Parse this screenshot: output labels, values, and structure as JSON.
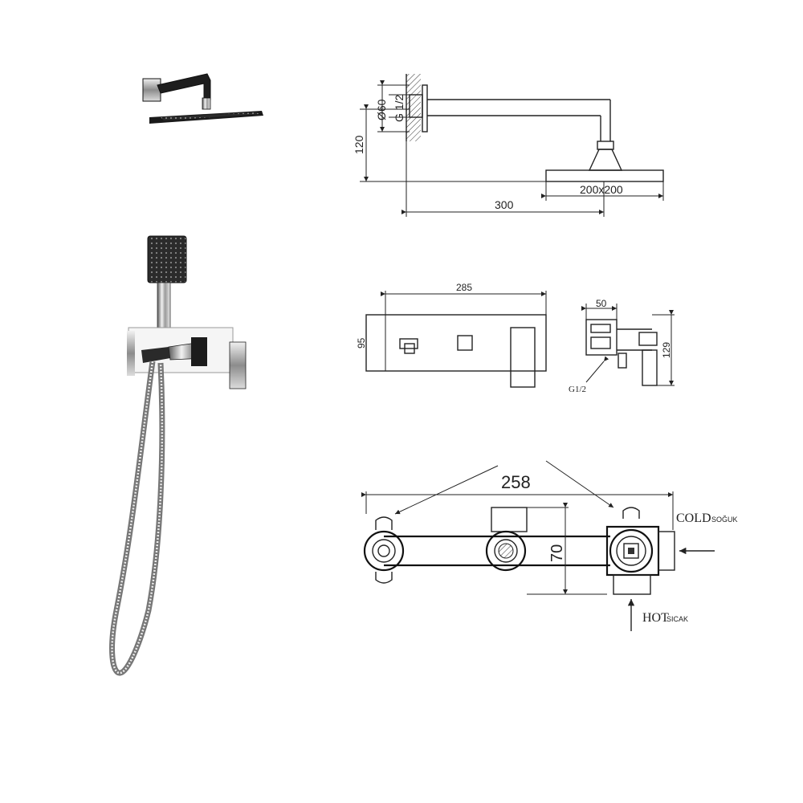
{
  "overhead_shower": {
    "dim_diameter": "Ø60",
    "dim_thread": "G 1/2",
    "dim_height": "120",
    "dim_head_size": "200x200",
    "dim_arm_length": "300"
  },
  "mixer_front": {
    "dim_width": "285",
    "dim_height": "95"
  },
  "mixer_side": {
    "dim_depth": "50",
    "dim_height": "129",
    "dim_thread": "G1/2"
  },
  "concealed_body": {
    "dim_width": "258",
    "dim_height": "70",
    "cold_label": "COLD",
    "cold_sub": "SOĞUK",
    "hot_label": "HOT",
    "hot_sub": "SICAK"
  },
  "colors": {
    "line": "#222222",
    "chrome_dark": "#1a1a1a",
    "chrome_mid": "#8a8a8a",
    "chrome_light": "#e6e6e6"
  }
}
